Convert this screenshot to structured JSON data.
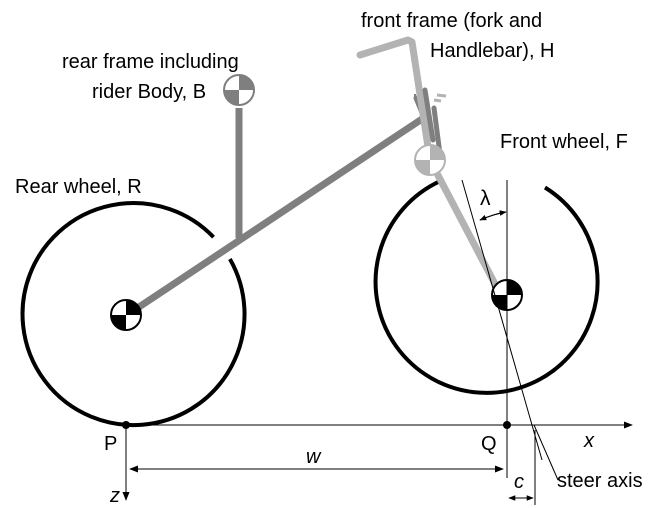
{
  "labels": {
    "rear_frame_line1": "rear frame including",
    "rear_frame_line2": "rider Body, B",
    "front_frame_line1": "front frame (fork and",
    "front_frame_line2": "Handlebar), H",
    "front_wheel": "Front wheel, F",
    "rear_wheel": "Rear wheel, R",
    "lambda": "λ",
    "point_p": "P",
    "point_q": "Q",
    "wheelbase": "w",
    "trail": "c",
    "x_axis": "x",
    "z_axis": "z",
    "steer_axis": "steer axis"
  },
  "colors": {
    "ink": "#000000",
    "rear_frame": "#7f7f7f",
    "front_frame": "#b3b3b3"
  }
}
